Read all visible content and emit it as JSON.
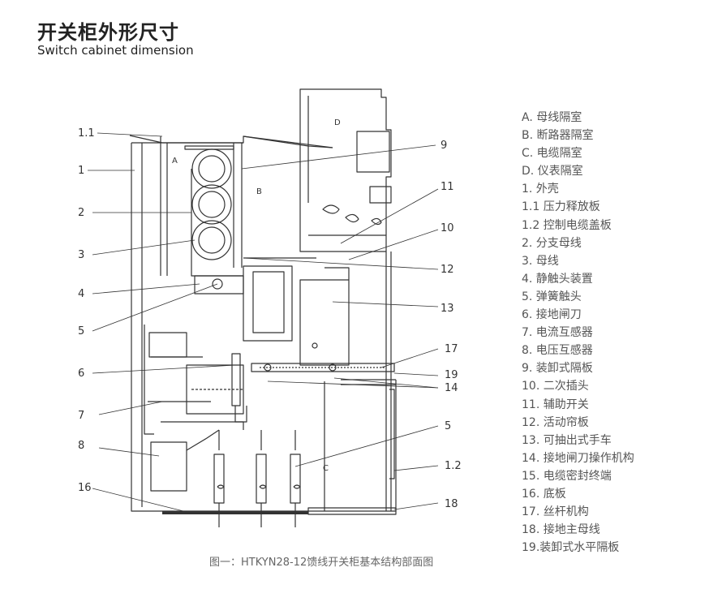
{
  "title": "开关柜外形尺寸",
  "subtitle": "Switch cabinet dimension",
  "caption": "图一：HTKYN28-12馈线开关柜基本结构部面图",
  "diagram": {
    "zone_labels": {
      "a": "A",
      "b": "B",
      "c": "C",
      "d": "D"
    },
    "left_callouts": [
      "1.1",
      "1",
      "2",
      "3",
      "4",
      "5",
      "6",
      "7",
      "8",
      "16"
    ],
    "right_callouts": [
      "9",
      "11",
      "10",
      "12",
      "13",
      "17",
      "19",
      "14",
      "5",
      "1.2",
      "18"
    ]
  },
  "legend": [
    "A. 母线隔室",
    "B. 断路器隔室",
    "C. 电缆隔室",
    "D. 仪表隔室",
    "1. 外壳",
    "1.1 压力释放板",
    "1.2 控制电缆盖板",
    "2. 分支母线",
    "3. 母线",
    "4. 静触头装置",
    "5. 弹簧触头",
    "6. 接地闸刀",
    "7. 电流互感器",
    "8. 电压互感器",
    "9. 装卸式隔板",
    "10. 二次插头",
    "11. 辅助开关",
    "12. 活动帘板",
    "13. 可抽出式手车",
    "14. 接地闸刀操作机构",
    "15. 电缆密封终端",
    "16. 底板",
    "17. 丝杆机构",
    "18. 接地主母线",
    "19.装卸式水平隔板"
  ]
}
